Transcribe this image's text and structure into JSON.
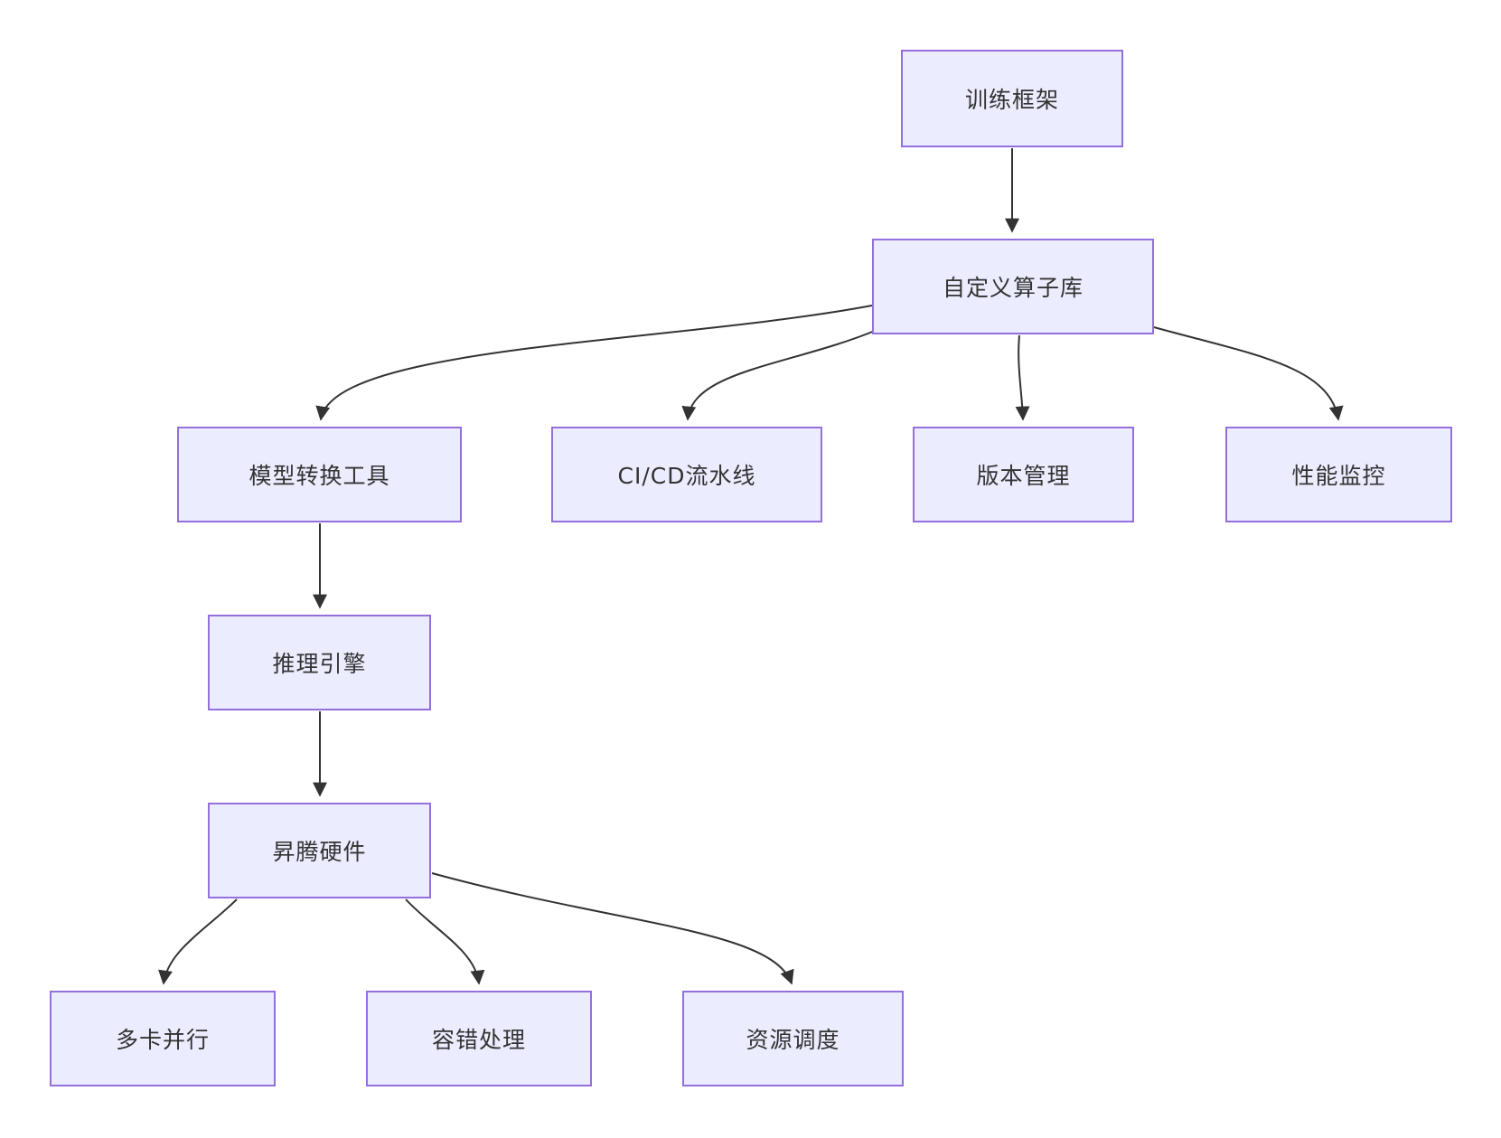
{
  "diagram": {
    "type": "flowchart",
    "direction": "top-down",
    "colors": {
      "background": "#ffffff",
      "node_fill": "#ECECFF",
      "node_border": "#9370DB",
      "node_text": "#333333",
      "edge_stroke": "#333333"
    },
    "nodes": [
      {
        "id": "train",
        "label": "训练框架"
      },
      {
        "id": "ops",
        "label": "自定义算子库"
      },
      {
        "id": "convert",
        "label": "模型转换工具"
      },
      {
        "id": "cicd",
        "label": "CI/CD流水线"
      },
      {
        "id": "version",
        "label": "版本管理"
      },
      {
        "id": "perf",
        "label": "性能监控"
      },
      {
        "id": "infer",
        "label": "推理引擎"
      },
      {
        "id": "ascend",
        "label": "昇腾硬件"
      },
      {
        "id": "multicard",
        "label": "多卡并行"
      },
      {
        "id": "fault",
        "label": "容错处理"
      },
      {
        "id": "sched",
        "label": "资源调度"
      }
    ],
    "edges": [
      {
        "from": "训练框架",
        "to": "自定义算子库"
      },
      {
        "from": "自定义算子库",
        "to": "模型转换工具"
      },
      {
        "from": "自定义算子库",
        "to": "CI/CD流水线"
      },
      {
        "from": "自定义算子库",
        "to": "版本管理"
      },
      {
        "from": "自定义算子库",
        "to": "性能监控"
      },
      {
        "from": "模型转换工具",
        "to": "推理引擎"
      },
      {
        "from": "推理引擎",
        "to": "昇腾硬件"
      },
      {
        "from": "昇腾硬件",
        "to": "多卡并行"
      },
      {
        "from": "昇腾硬件",
        "to": "容错处理"
      },
      {
        "from": "昇腾硬件",
        "to": "资源调度"
      }
    ]
  }
}
